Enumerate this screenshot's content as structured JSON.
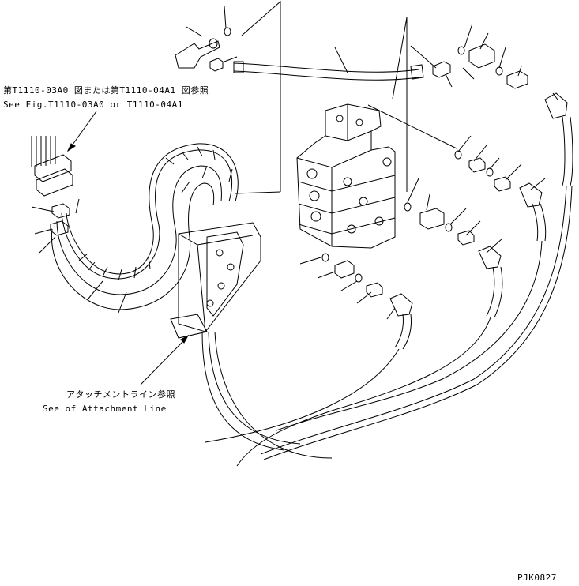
{
  "references": {
    "fig_ref_jp": "第T1110-03A0 図または第T1110-04A1 図参照",
    "fig_ref_en": "See Fig.T1110-03A0 or T1110-04A1",
    "attach_jp": "アタッチメントライン参照",
    "attach_en": "See of Attachment Line"
  },
  "drawing_code": "PJK0827"
}
